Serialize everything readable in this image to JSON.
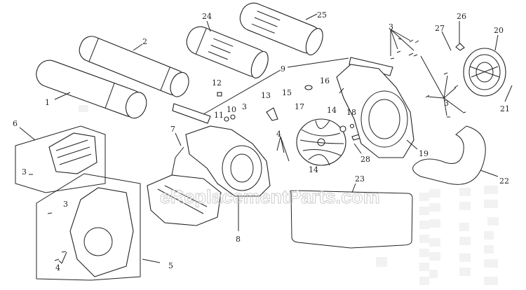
{
  "diagram": {
    "watermark": "eReplacementParts.com",
    "labels": [
      "1",
      "2",
      "24",
      "25",
      "12",
      "9",
      "3",
      "10",
      "11",
      "7",
      "6",
      "3",
      "3",
      "4",
      "5",
      "8",
      "13",
      "15",
      "16",
      "17",
      "14",
      "18",
      "4",
      "14",
      "28",
      "19",
      "23",
      "22",
      "3",
      "27",
      "26",
      "20",
      "21",
      "3"
    ]
  }
}
